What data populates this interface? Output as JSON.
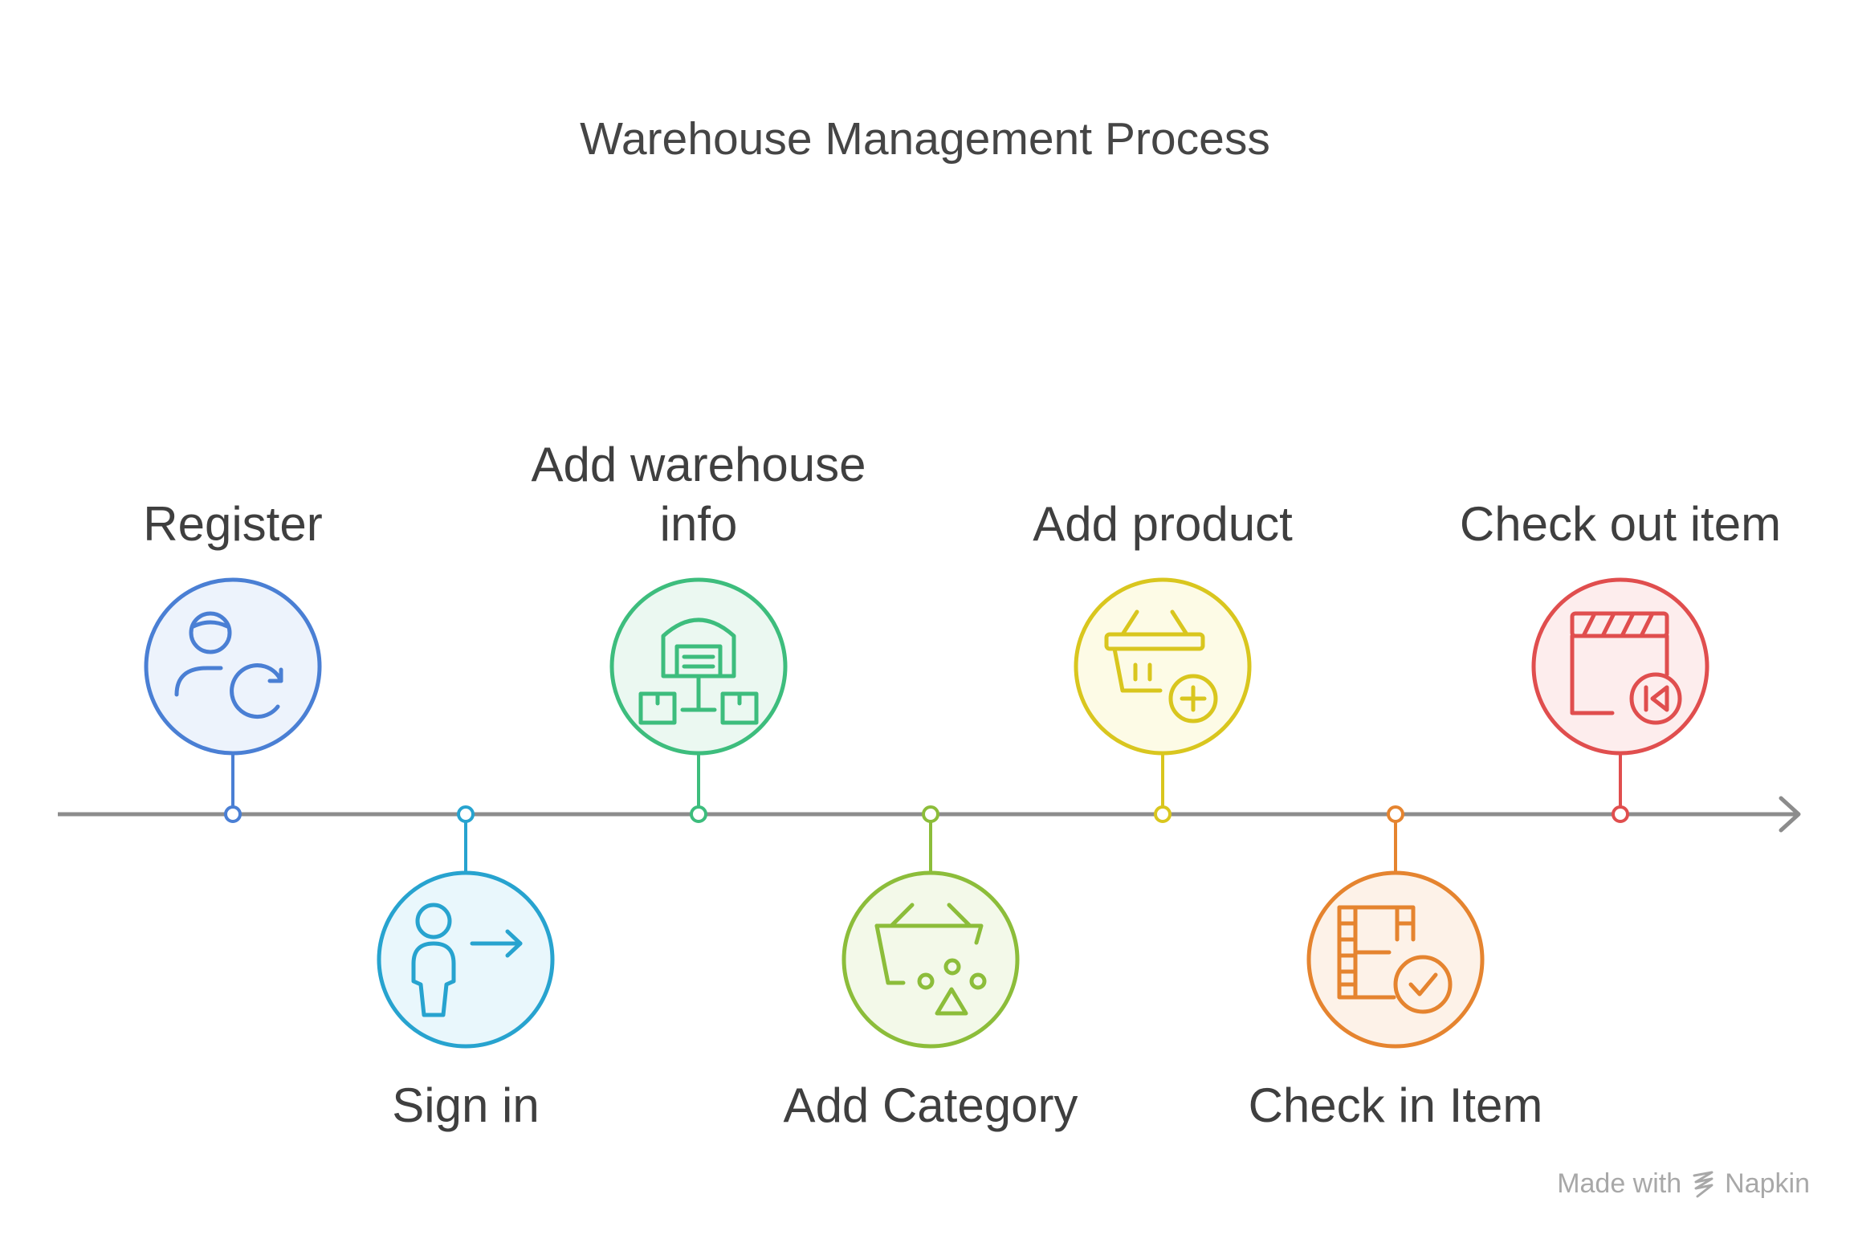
{
  "title": "Warehouse Management Process",
  "steps": [
    {
      "label": "Register",
      "position": "above",
      "icon": "user-refresh-icon",
      "stroke": "#4a7fd4",
      "fill": "#edf3fc"
    },
    {
      "label": "Sign in",
      "position": "below",
      "icon": "person-arrow-icon",
      "stroke": "#27a3cf",
      "fill": "#e9f7fc"
    },
    {
      "label": "Add warehouse info",
      "position": "above",
      "icon": "warehouse-network-icon",
      "stroke": "#3dbd7d",
      "fill": "#ebf8f1"
    },
    {
      "label": "Add Category",
      "position": "below",
      "icon": "basket-shapes-icon",
      "stroke": "#8cbd3a",
      "fill": "#f3f9e9"
    },
    {
      "label": "Add product",
      "position": "above",
      "icon": "basket-plus-icon",
      "stroke": "#d9c61e",
      "fill": "#fdfbe6"
    },
    {
      "label": "Check in Item",
      "position": "below",
      "icon": "film-check-icon",
      "stroke": "#e5842f",
      "fill": "#fdf2e8"
    },
    {
      "label": "Check out item",
      "position": "above",
      "icon": "clapper-rewind-icon",
      "stroke": "#e04e4e",
      "fill": "#fdeded"
    }
  ],
  "watermark": {
    "prefix": "Made with",
    "brand": "Napkin"
  }
}
